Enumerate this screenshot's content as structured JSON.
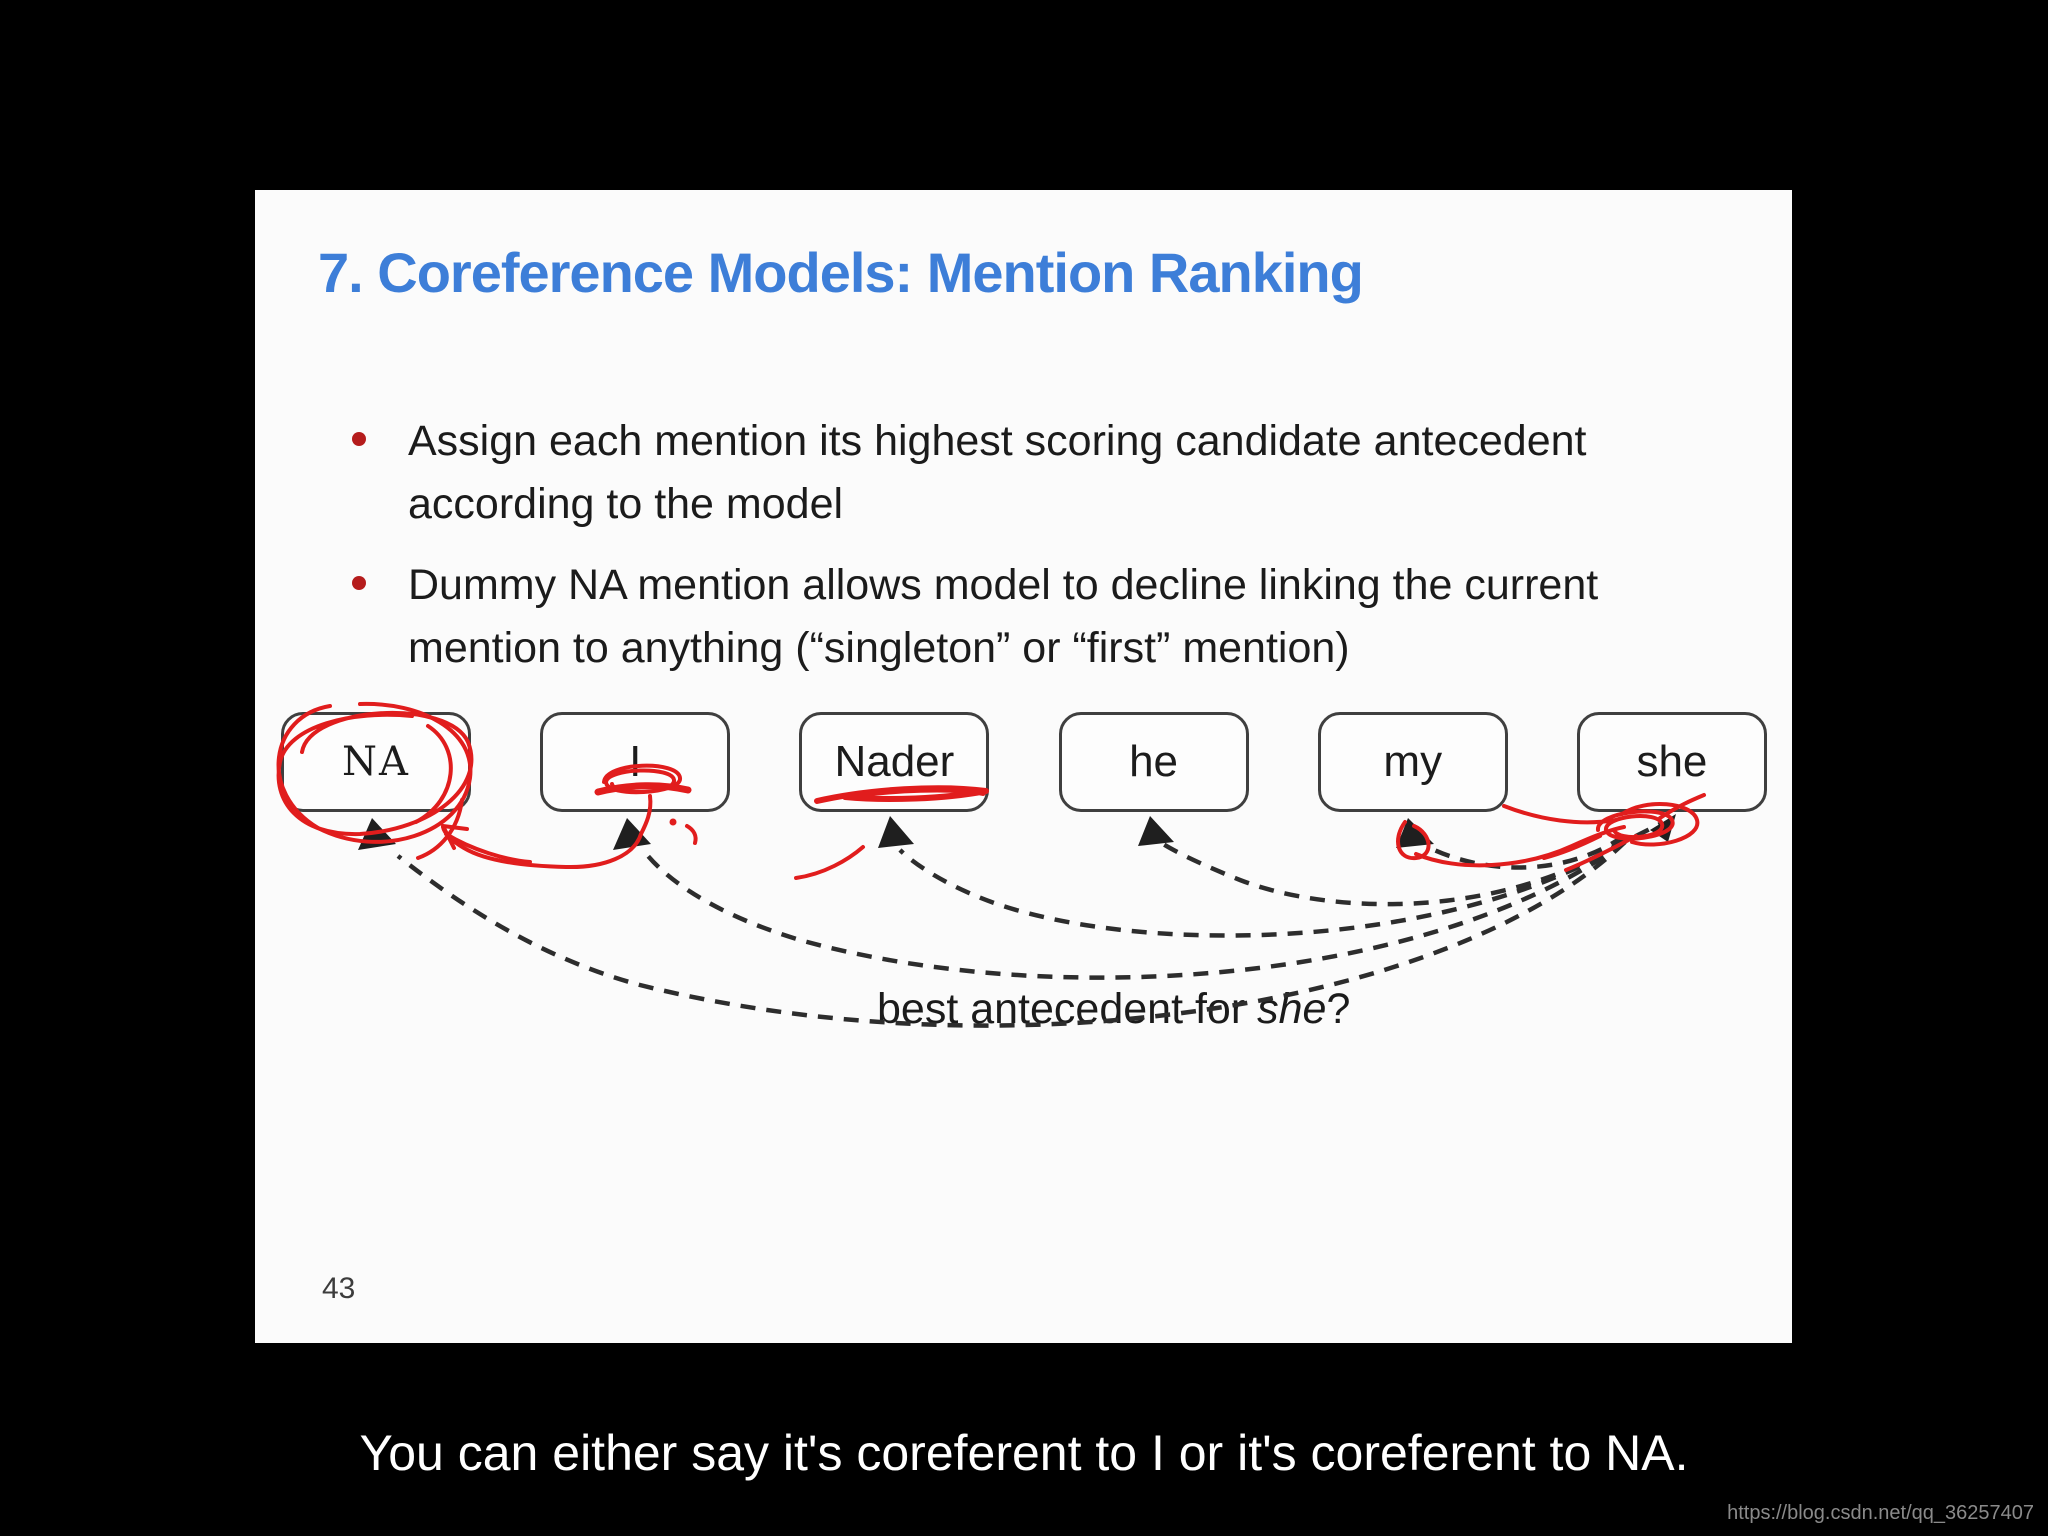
{
  "slide": {
    "title": "7. Coreference Models: Mention Ranking",
    "bullets": [
      {
        "lines": [
          "Assign each mention its highest scoring candidate antecedent",
          "according to the model"
        ]
      },
      {
        "lines": [
          "Dummy NA mention allows model to decline linking the current",
          "mention to anything (“singleton” or “first” mention)"
        ]
      }
    ],
    "mentions": [
      "NA",
      "I",
      "Nader",
      "he",
      "my",
      "she"
    ],
    "question": {
      "prefix": "best antecedent for ",
      "emphasis": "she",
      "suffix": "?"
    },
    "page_number": "43"
  },
  "subtitle": "You can either say it's coreferent to I or it's coreferent to NA.",
  "watermark": "https://blog.csdn.net/qq_36257407",
  "colors": {
    "title_blue": "#3d7ed8",
    "bullet_red": "#b51c1c",
    "pen_red": "#e11d1d",
    "arrow_black": "#2d2d2d",
    "slide_bg": "#fbfbfb",
    "page_bg": "#000000",
    "subtitle_white": "#ffffff",
    "watermark_gray": "#8a8a8a"
  }
}
